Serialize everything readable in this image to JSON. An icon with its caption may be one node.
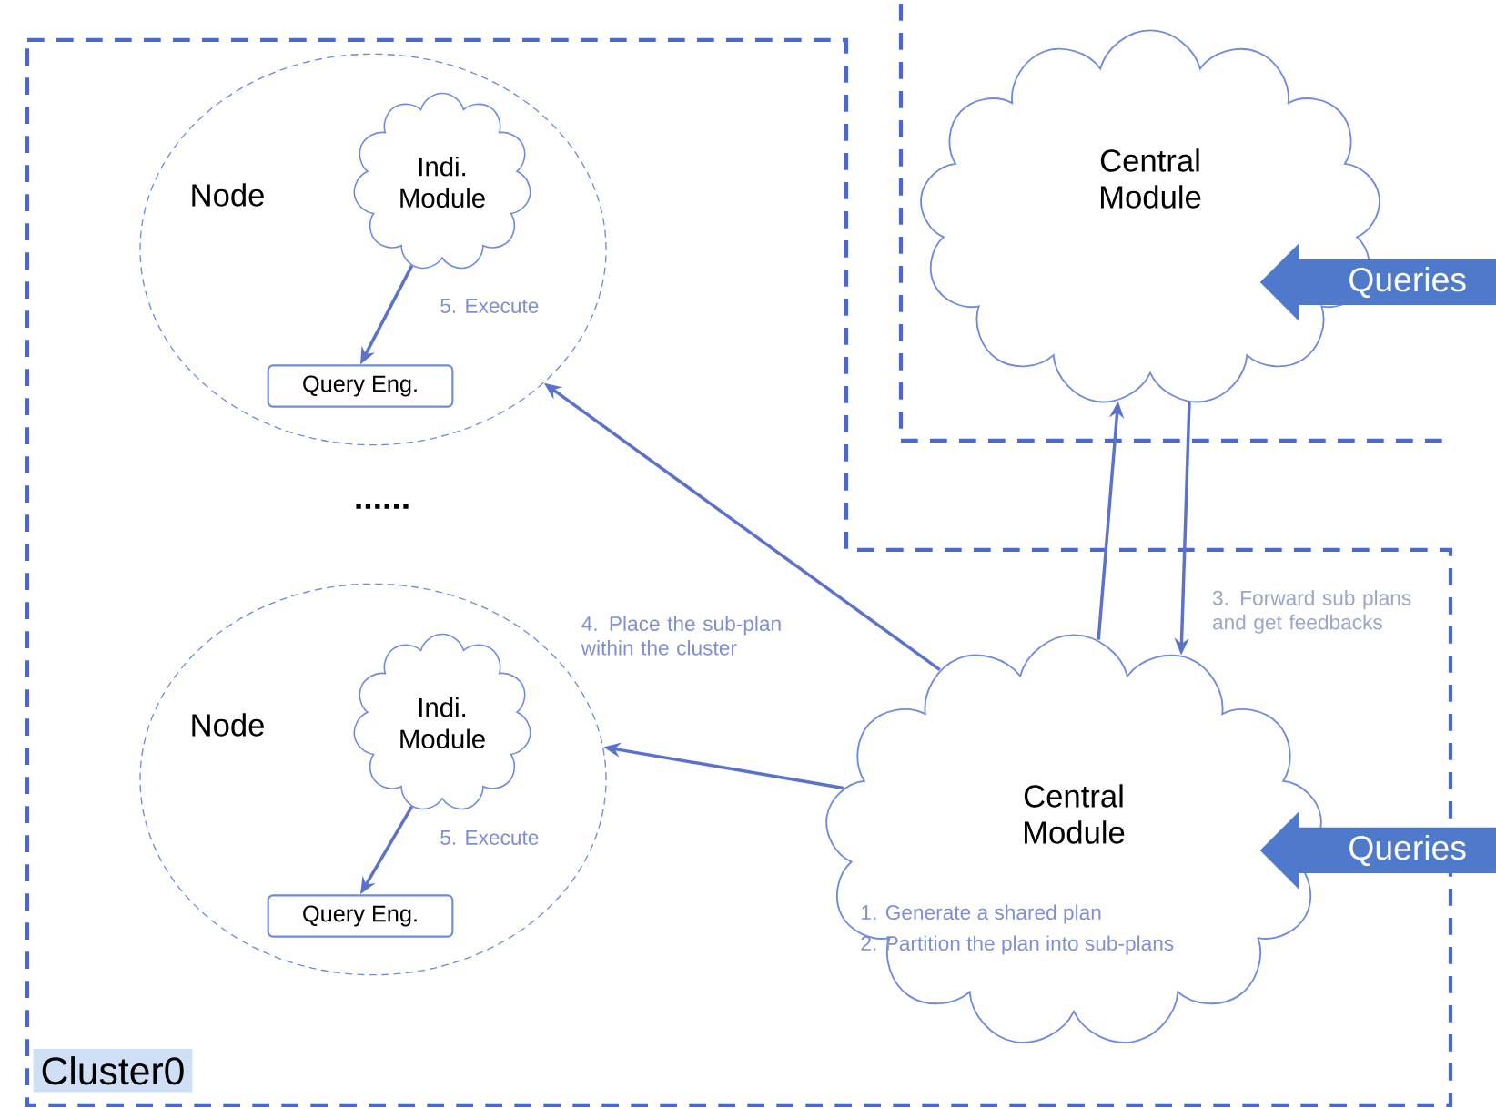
{
  "diagram": {
    "nodes": [
      {
        "text": [
          "Cluster0"
        ]
      },
      {
        "text": [
          "Node"
        ],
        "in": 0
      },
      {
        "text": [
          "Indi. Module"
        ],
        "in": 1
      },
      {
        "text": [
          "Query Eng."
        ],
        "in": 1
      },
      {
        "text": [
          "Node"
        ],
        "in": 0
      },
      {
        "text": [
          "Indi. Module"
        ],
        "in": 4
      },
      {
        "text": [
          "Query Eng."
        ],
        "in": 4
      },
      {
        "text": [],
        "shape": "box"
      },
      {
        "text": [
          "Central Module"
        ],
        "in": 7
      },
      {
        "text": [
          "Central Module",
          "1. Generate a shared plan",
          "2. Partition the plan into sub-plans"
        ],
        "in": 0
      },
      {
        "text": [
          "Queries"
        ]
      },
      {
        "text": [
          "Queries"
        ]
      }
    ],
    "edges": [
      {
        "from": 2,
        "to": 3,
        "arrow": "to",
        "label": "5. Execute"
      },
      {
        "from": 5,
        "to": 6,
        "arrow": "to",
        "label": "5. Execute"
      },
      {
        "from": 9,
        "to": 1,
        "arrow": "to",
        "label": "4. Place the sub-plan within the cluster"
      },
      {
        "from": 9,
        "to": 4,
        "arrow": "to"
      },
      {
        "from": 9,
        "to": 8,
        "arrow": "to"
      },
      {
        "from": 8,
        "to": 9,
        "arrow": "to",
        "label": "3. Forward sub plans and get feedbacks"
      }
    ],
    "labels": [
      "......"
    ]
  }
}
